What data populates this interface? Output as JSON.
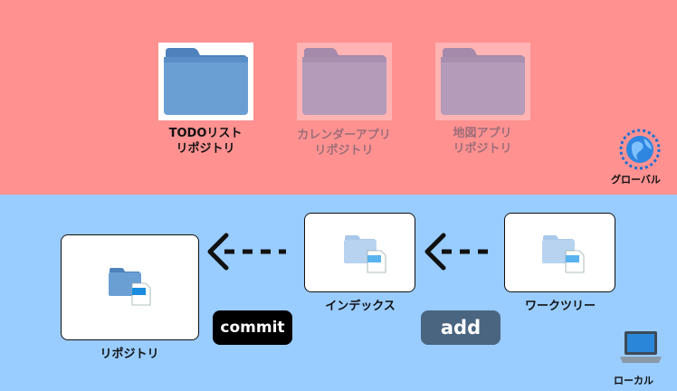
{
  "global": {
    "label": "グローバル",
    "repos": [
      {
        "line1": "TODOリスト",
        "line2": "リポジトリ",
        "active": true
      },
      {
        "line1": "カレンダーアプリ",
        "line2": "リポジトリ",
        "active": false
      },
      {
        "line1": "地図アプリ",
        "line2": "リポジトリ",
        "active": false
      }
    ]
  },
  "local": {
    "label": "ローカル",
    "repository": "リポジトリ",
    "index": "インデックス",
    "worktree": "ワークツリー",
    "commit": "commit",
    "add": "add"
  },
  "colors": {
    "global_bg": "#ff9191",
    "local_bg": "#99ccff",
    "folder_blue": "#6a9fd4",
    "folder_faded": "#b39bb9",
    "commit_pill": "#000000",
    "add_pill": "#4a6580"
  },
  "icons": [
    "folder-icon",
    "document-icon",
    "globe-icon",
    "laptop-icon",
    "arrow-left-icon"
  ]
}
